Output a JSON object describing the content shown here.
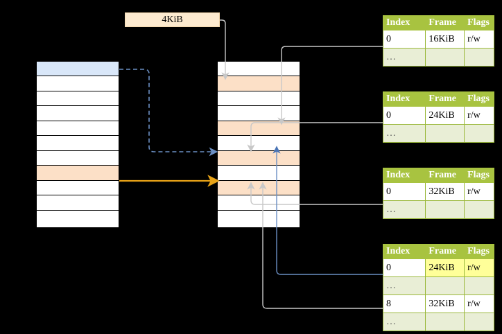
{
  "diagram": {
    "title_label": "4KiB",
    "page_table_left": {
      "name": "left-page-table",
      "row_count": 11,
      "highlight_rows": [
        {
          "index": 0,
          "color": "#d9e7f9"
        },
        {
          "index": 7,
          "color": "#fce0c7"
        }
      ]
    },
    "page_table_middle": {
      "name": "middle-page-table",
      "row_count": 11,
      "highlight_rows": [
        {
          "index": 1,
          "color": "#fce0c7"
        },
        {
          "index": 4,
          "color": "#fce0c7"
        },
        {
          "index": 6,
          "color": "#fce0c7"
        },
        {
          "index": 8,
          "color": "#fce0c7"
        }
      ]
    },
    "frame_tables": [
      {
        "id": "frame-table-1",
        "headers": [
          "Index",
          "Frame",
          "Flags"
        ],
        "rows": [
          {
            "cells": [
              "0",
              "16KiB",
              "r/w"
            ],
            "style": "normal",
            "highlight": []
          },
          {
            "cells": [
              "…",
              "",
              ""
            ],
            "style": "dots",
            "highlight": []
          }
        ]
      },
      {
        "id": "frame-table-2",
        "headers": [
          "Index",
          "Frame",
          "Flags"
        ],
        "rows": [
          {
            "cells": [
              "0",
              "24KiB",
              "r/w"
            ],
            "style": "normal",
            "highlight": []
          },
          {
            "cells": [
              "…",
              "",
              ""
            ],
            "style": "dots",
            "highlight": []
          }
        ]
      },
      {
        "id": "frame-table-3",
        "headers": [
          "Index",
          "Frame",
          "Flags"
        ],
        "rows": [
          {
            "cells": [
              "0",
              "32KiB",
              "r/w"
            ],
            "style": "normal",
            "highlight": []
          },
          {
            "cells": [
              "…",
              "",
              ""
            ],
            "style": "dots",
            "highlight": []
          }
        ]
      },
      {
        "id": "frame-table-4",
        "headers": [
          "Index",
          "Frame",
          "Flags"
        ],
        "rows": [
          {
            "cells": [
              "0",
              "24KiB",
              "r/w"
            ],
            "style": "normal",
            "highlight": [
              1,
              2
            ]
          },
          {
            "cells": [
              "…",
              "",
              ""
            ],
            "style": "dots",
            "highlight": []
          },
          {
            "cells": [
              "8",
              "32KiB",
              "r/w"
            ],
            "style": "normal",
            "highlight": []
          },
          {
            "cells": [
              "…",
              "",
              ""
            ],
            "style": "dots",
            "highlight": []
          }
        ]
      }
    ],
    "colors": {
      "header_green": "#a8c340",
      "dots_green": "#e9eed6",
      "blue_row": "#d9e7f9",
      "peach_row": "#fce0c7",
      "label_bg": "#fdebd0",
      "yellow_highlight": "#ffff99",
      "blue_wire": "#6b8fc4",
      "orange_wire": "#e8a317",
      "gray_wire": "#b3b3b3"
    }
  }
}
